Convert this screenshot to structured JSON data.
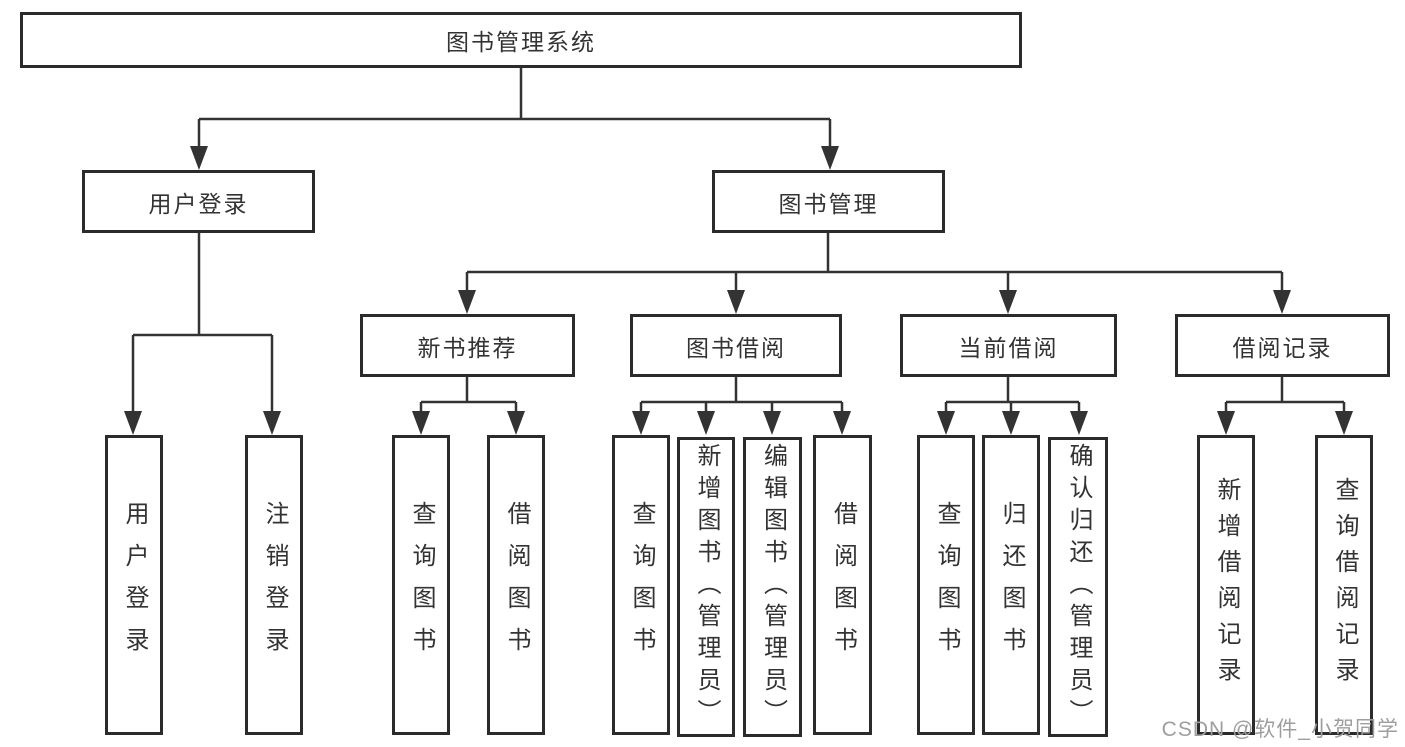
{
  "tree": {
    "root": "图书管理系统",
    "branches": [
      {
        "label": "用户登录",
        "children": [
          "用户登录",
          "注销登录"
        ]
      },
      {
        "label": "图书管理",
        "groups": [
          {
            "label": "新书推荐",
            "children": [
              "查询图书",
              "借阅图书"
            ]
          },
          {
            "label": "图书借阅",
            "children": [
              "查询图书",
              "新增图书（管理员）",
              "编辑图书（管理员）",
              "借阅图书"
            ]
          },
          {
            "label": "当前借阅",
            "children": [
              "查询图书",
              "归还图书",
              "确认归还（管理员）"
            ]
          },
          {
            "label": "借阅记录",
            "children": [
              "新增借阅记录",
              "查询借阅记录"
            ]
          }
        ]
      }
    ]
  },
  "watermark": "CSDN @软件_小贺同学",
  "colors": {
    "border": "#2b2b2b",
    "line": "#333333",
    "text": "#333333",
    "watermark": "#9e9e9e"
  }
}
